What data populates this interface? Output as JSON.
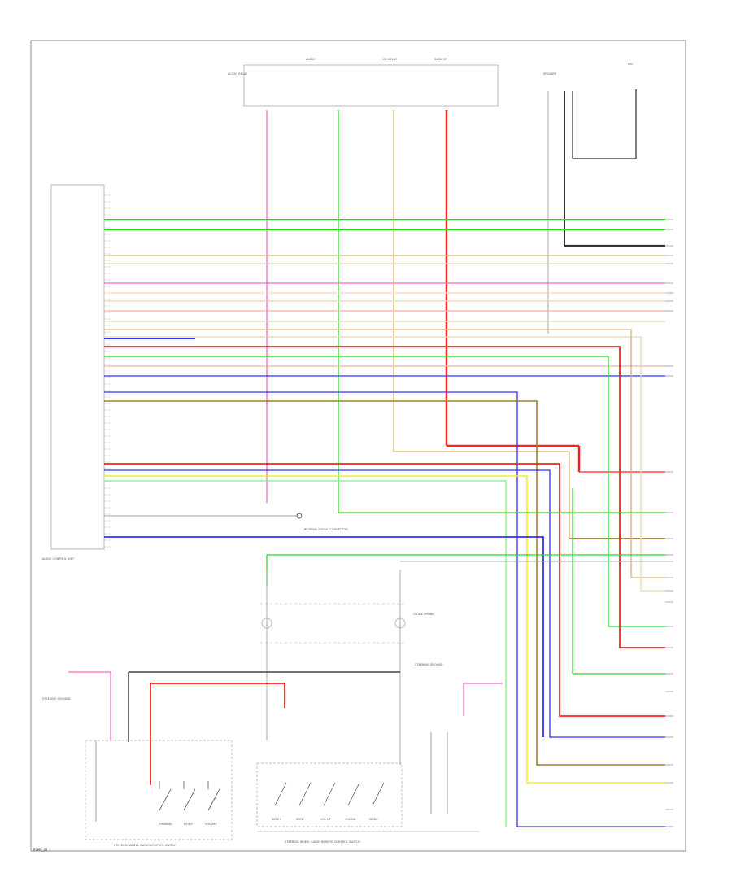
{
  "diagram": {
    "footer_code": "ELMP_01",
    "unit_label": "AUDIO CONTROL UNIT",
    "colors": {
      "green": "#22dd22",
      "pink": "#ff66cc",
      "red": "#ff2020",
      "blue": "#3030ff",
      "tan": "#d8b070",
      "light_tan": "#e8d8b0",
      "olive": "#a08020",
      "yellow": "#f0f020",
      "lightgreen": "#88ee88",
      "black": "#222222",
      "gray": "#999999",
      "salmon": "#ffaaaa",
      "peach": "#ffd8c0"
    },
    "top_fuses": [
      "ACC/IG RELAY",
      "AUDIO",
      "IG1 RELAY",
      "BACK UP"
    ],
    "top_right_labels": [
      "SPEAKER",
      "MIC"
    ],
    "bottom_labels": {
      "left_switch": "STEERING WHEEL AUDIO CONTROL SWITCH",
      "right_switch": "STEERING WHEEL AUDIO REMOTE CONTROL SWITCH",
      "left_ground": "STEERING GROUND",
      "clock_spring": "CLOCK SPRING",
      "right_ground": "STEERING GROUND"
    },
    "switch_labels_left": [
      "CHANNEL",
      "MODE",
      "VOLUME"
    ],
    "switch_labels_right": [
      "SEEK+",
      "SEEK-",
      "VOL UP",
      "VOL DN",
      "MODE"
    ],
    "mid_component": "REVERSE SIGNAL CONNECTOR"
  }
}
